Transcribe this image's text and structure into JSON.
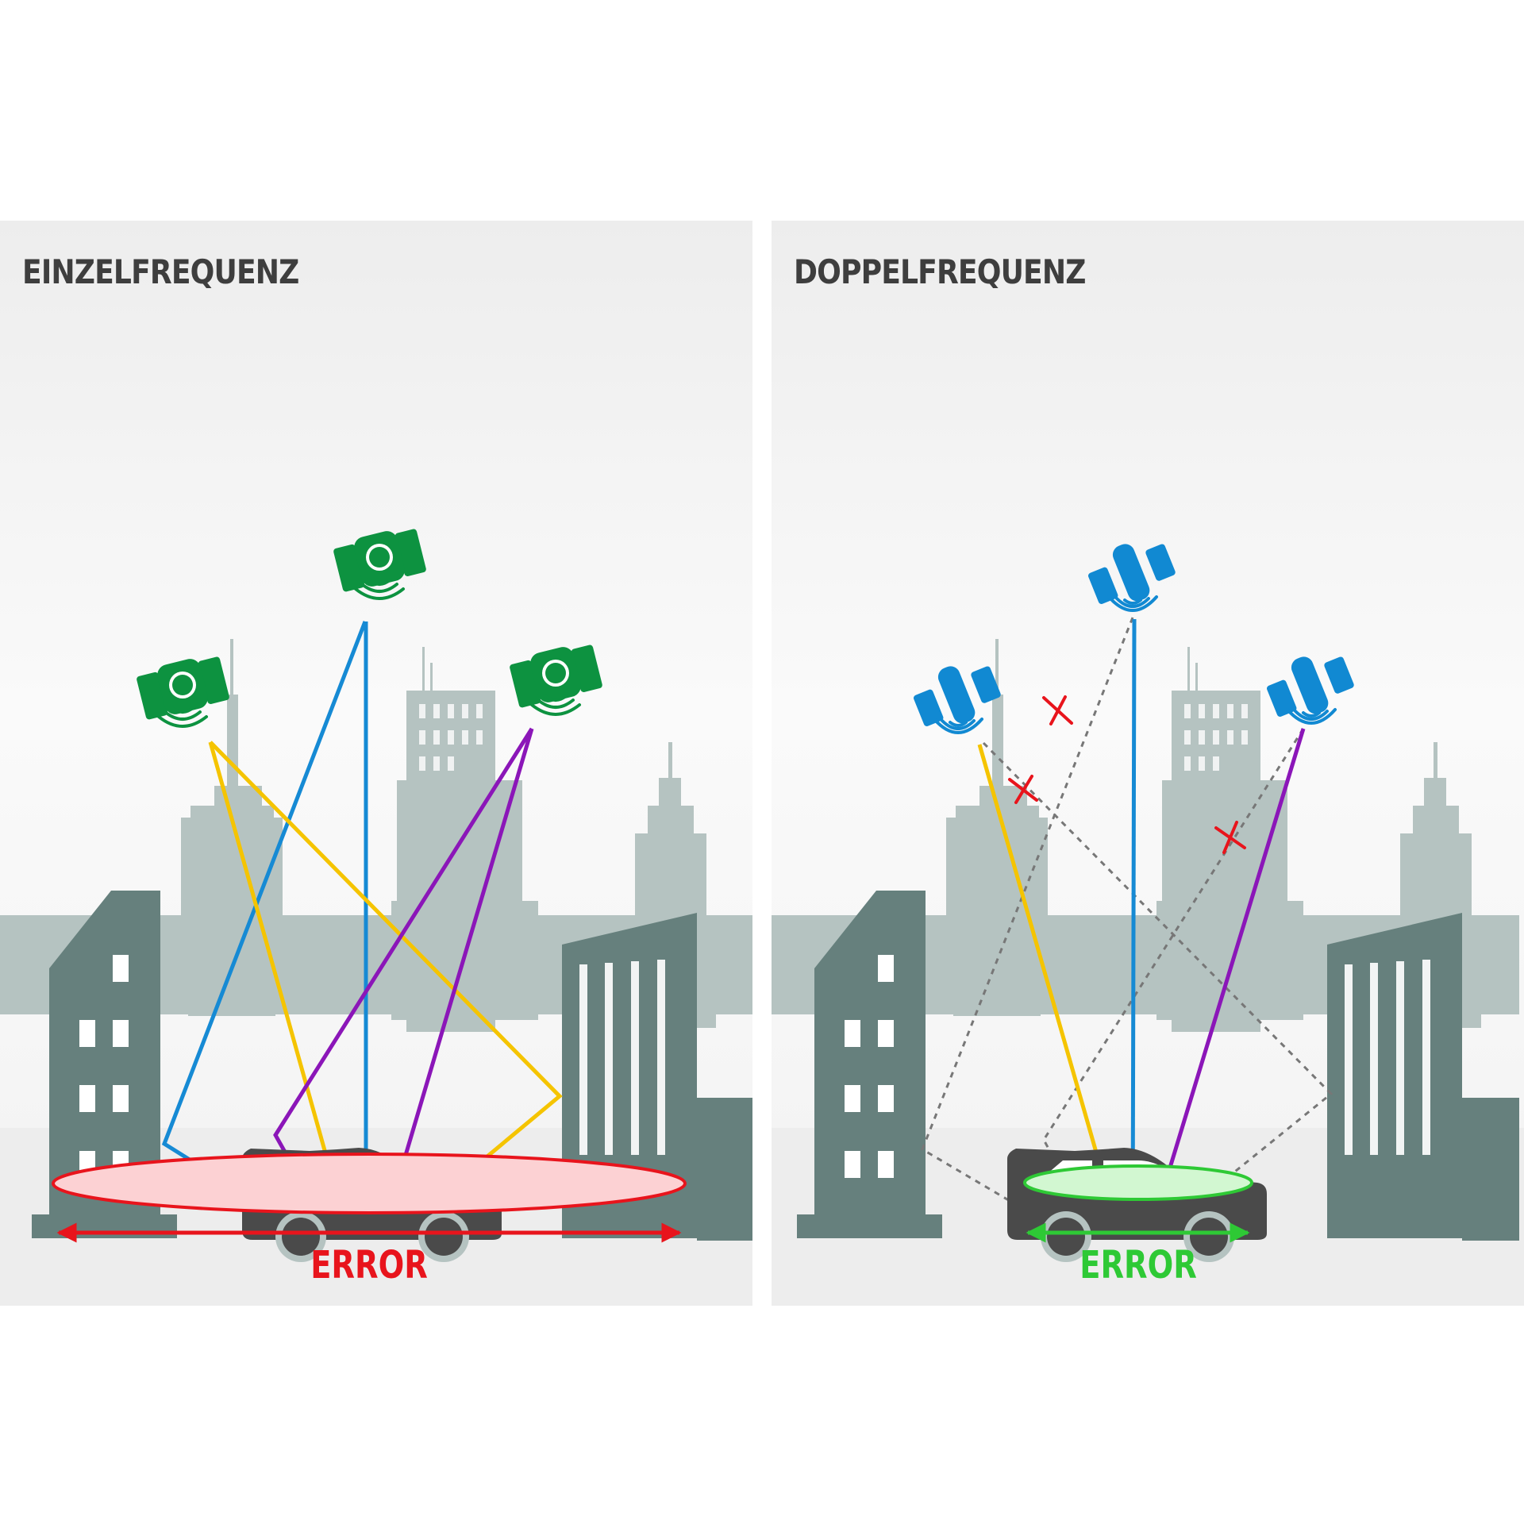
{
  "panels": {
    "single": {
      "title": "EINZELFREQUENZ",
      "error_label": "ERROR",
      "satellite_icon": "satellite-icon",
      "satellite_color": "#0d9240",
      "error_color": "#e8141c",
      "error_fill": "#fcd1d3"
    },
    "dual": {
      "title": "DOPPELFREQUENZ",
      "error_label": "ERROR",
      "satellite_icon": "satellite-icon",
      "satellite_color": "#1189d2",
      "error_color": "#2ec935",
      "error_fill": "#d2f7d1"
    }
  },
  "colors": {
    "signal_blue": "#168ad4",
    "signal_yellow": "#f5c400",
    "signal_purple": "#8b16b8",
    "blocked_marker": "#e8141c",
    "building_dark": "#66807d",
    "building_light": "#b5c3c1",
    "car": "#4a4a4a"
  }
}
